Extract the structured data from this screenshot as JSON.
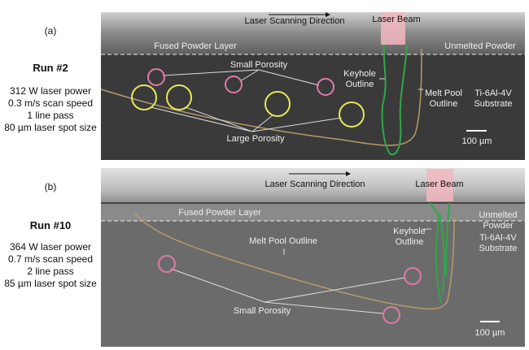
{
  "panels": [
    {
      "tag": "(a)",
      "run": "Run #2",
      "params": [
        "312 W laser power",
        "0.3 m/s scan speed",
        "1 line pass",
        "80 µm laser spot size"
      ],
      "scan_direction": "Laser Scanning Direction",
      "laser_beam": "Laser Beam",
      "fused_layer": "Fused Powder Layer",
      "unmelted": "Unmelted Powder",
      "small_porosity": "Small Porosity",
      "large_porosity": "Large Porosity",
      "keyhole": [
        "Keyhole",
        "Outline"
      ],
      "melt_pool": [
        "Melt Pool",
        "Outline"
      ],
      "substrate": [
        "Ti-6Al-4V",
        "Substrate"
      ],
      "scale": "100 µm"
    },
    {
      "tag": "(b)",
      "run": "Run #10",
      "params": [
        "364 W laser power",
        "0.7 m/s scan speed",
        "2 line pass",
        "85 µm laser spot size"
      ],
      "scan_direction": "Laser Scanning Direction",
      "laser_beam": "Laser Beam",
      "fused_layer": "Fused Powder Layer",
      "unmelted": [
        "Unmelted",
        "Powder"
      ],
      "small_porosity": "Small Porosity",
      "keyhole": [
        "Keyhole",
        "Outline"
      ],
      "melt_pool": "Melt Pool Outline",
      "substrate": [
        "Ti-6Al-4V",
        "Substrate"
      ],
      "scale": "100 µm"
    }
  ],
  "colors": {
    "small_pore": "#e07aa8",
    "large_pore": "#e6e65a",
    "keyhole": "#2fa84a",
    "melt_pool": "#b89a6a",
    "beam": "#f2b8c0"
  }
}
